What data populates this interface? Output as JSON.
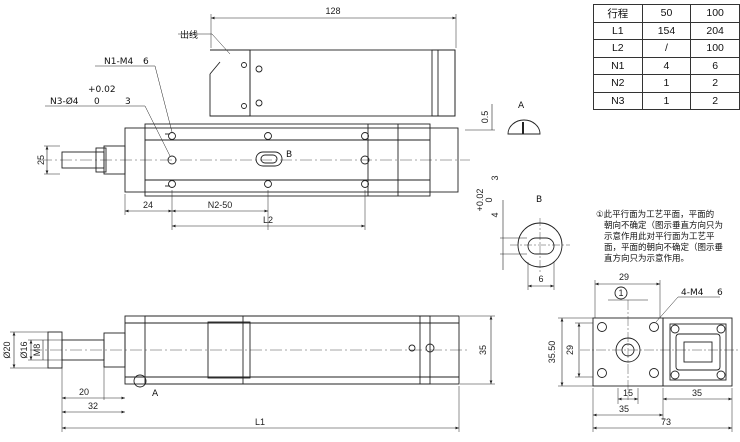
{
  "table": {
    "header": [
      "行程",
      "50",
      "100"
    ],
    "rows": [
      [
        "L1",
        "154",
        "204"
      ],
      [
        "L2",
        "/",
        "100"
      ],
      [
        "N1",
        "4",
        "6"
      ],
      [
        "N2",
        "1",
        "2"
      ],
      [
        "N3",
        "1",
        "2"
      ]
    ]
  },
  "labels": {
    "cable_exit": "出线",
    "n1_spec": "N1-M4",
    "n1_depth": "6",
    "tol": "+0.02",
    "tol_zero": "0",
    "n3_spec": "N3-Ø4",
    "n3_depth": "3",
    "view_a": "A",
    "view_b": "B",
    "marker_b": "B",
    "marker_a": "A",
    "circled_1": "1",
    "tap_spec": "4-M4",
    "tap_depth": "6"
  },
  "dims": {
    "d128": "128",
    "d25": "25",
    "d24": "24",
    "n2_50": "N2-50",
    "l2": "L2",
    "d0_5": "0.5",
    "b_tol": "+0.02",
    "b_zero": "0",
    "b4": "4",
    "b3": "3",
    "b6": "6",
    "dia20": "Ø20",
    "dia16": "Ø16",
    "m8": "M8",
    "d20": "20",
    "d32": "32",
    "l1": "L1",
    "d35": "35",
    "d29_top": "29",
    "d35_50": "35.50",
    "d29_side": "29",
    "d15": "15",
    "d35_bot": "35",
    "d35_right": "35",
    "d73": "73"
  },
  "note": {
    "lines": [
      "①此平行面为工艺平面，平面的",
      "朝向不确定（图示垂直方向只为",
      "示意作用此对平行面为工艺平",
      "面，平面的朝向不确定（图示垂",
      "直方向只为示意作用。"
    ]
  }
}
